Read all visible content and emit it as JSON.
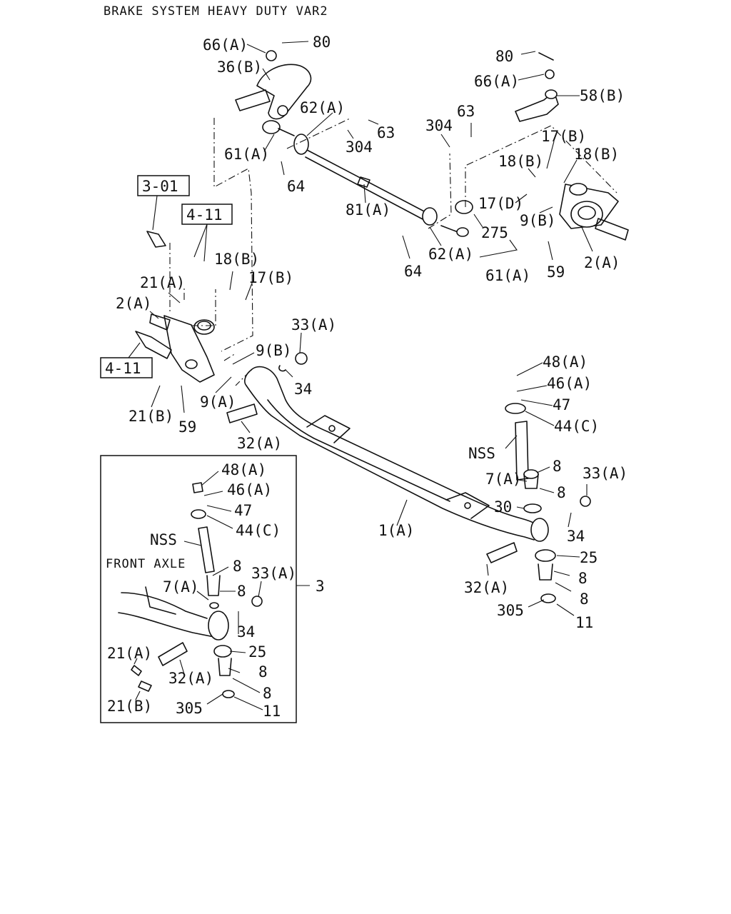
{
  "title": "BRAKE SYSTEM HEAVY DUTY VAR2",
  "inset_caption": "FRONT AXLE",
  "ref_boxes": {
    "r301": "3-01",
    "r411a": "4-11",
    "r411b": "4-11"
  },
  "inset_callout": "3",
  "labels": {
    "l01": "66(A)",
    "l02": "80",
    "l03": "36(B)",
    "l04": "62(A)",
    "l05": "63",
    "l06": "304",
    "l07": "61(A)",
    "l08": "64",
    "l09": "81(A)",
    "l10": "80",
    "l11": "66(A)",
    "l12": "58(B)",
    "l13": "63",
    "l14": "304",
    "l15": "17(B)",
    "l16": "18(B)",
    "l17": "18(B)",
    "l18": "17(D)",
    "l19": "9(B)",
    "l20": "275",
    "l21": "62(A)",
    "l22": "64",
    "l23": "61(A)",
    "l24": "59",
    "l25": "2(A)",
    "l26": "18(B)",
    "l27": "17(B)",
    "l28": "21(A)",
    "l29": "2(A)",
    "l30": "33(A)",
    "l31": "9(B)",
    "l32": "34",
    "l33": "21(B)",
    "l34": "59",
    "l35": "9(A)",
    "l36": "32(A)",
    "l37": "48(A)",
    "l38": "46(A)",
    "l39": "47",
    "l40": "44(C)",
    "l41": "NSS",
    "l42": "8",
    "l43": "7(A)",
    "l44": "8",
    "l45": "33(A)",
    "l46": "30",
    "l47": "34",
    "l48": "1(A)",
    "l49": "25",
    "l50": "8",
    "l51": "32(A)",
    "l52": "8",
    "l53": "305",
    "l54": "11",
    "i01": "48(A)",
    "i02": "46(A)",
    "i03": "47",
    "i04": "44(C)",
    "i05": "NSS",
    "i06": "8",
    "i07": "7(A)",
    "i08": "8",
    "i09": "33(A)",
    "i10": "34",
    "i11": "21(A)",
    "i12": "25",
    "i13": "32(A)",
    "i14": "8",
    "i15": "21(B)",
    "i16": "8",
    "i17": "305",
    "i18": "11"
  }
}
